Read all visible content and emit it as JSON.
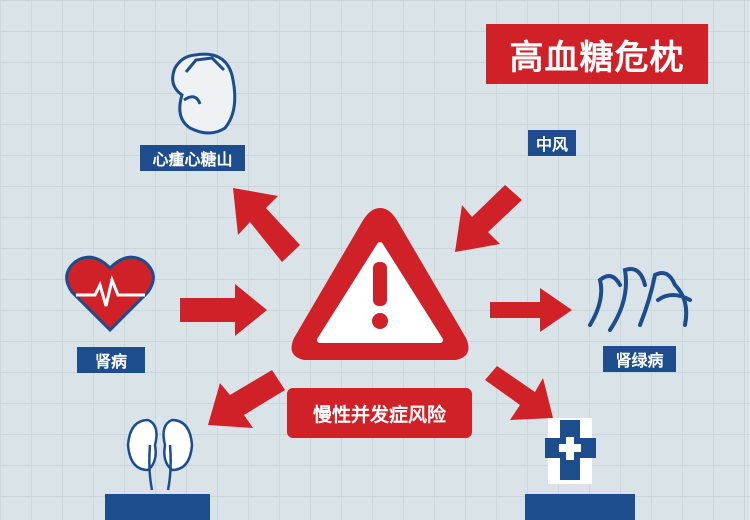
{
  "title": "高血糖危枕",
  "center_label": "慢性并发症风险",
  "labels": {
    "top_left": "心瘇心糖山",
    "top_right": "中风",
    "mid_left": "肾病",
    "mid_right": "肾绿病"
  },
  "colors": {
    "red": "#cf2127",
    "blue": "#1d4d8c",
    "background": "#d9e3e8"
  }
}
